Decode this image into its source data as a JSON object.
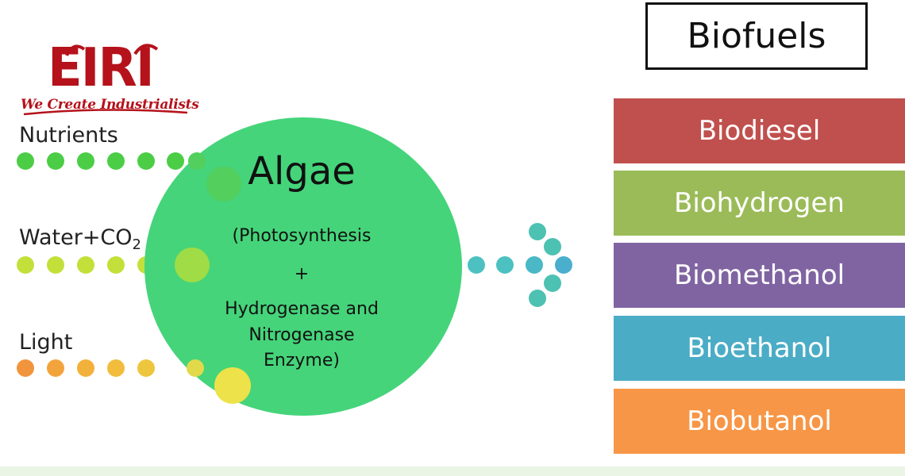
{
  "logo": {
    "wordmark": "EIRI",
    "tagline": "We Create Industrialists",
    "color": "#b5121b"
  },
  "inputs": [
    {
      "label": "Nutrients",
      "color": "#4dd04d"
    },
    {
      "label": "Water+CO",
      "subscript": "2",
      "color": "#c6e03c"
    },
    {
      "label": "Light",
      "color": "#f2a23c"
    }
  ],
  "algae": {
    "title": "Algae",
    "lines": [
      "(Photosynthesis",
      "+",
      "Hydrogenase and",
      "Nitrogenase",
      "Enzyme)"
    ],
    "color": "#45d47a"
  },
  "output_arrow": {
    "color": "#4dc1c1"
  },
  "biofuels": {
    "header": "Biofuels",
    "items": [
      {
        "label": "Biodiesel",
        "color": "#c0504d"
      },
      {
        "label": "Biohydrogen",
        "color": "#9bbb59"
      },
      {
        "label": "Biomethanol",
        "color": "#8064a2"
      },
      {
        "label": "Bioethanol",
        "color": "#4bacc6"
      },
      {
        "label": "Biobutanol",
        "color": "#f79646"
      }
    ]
  }
}
